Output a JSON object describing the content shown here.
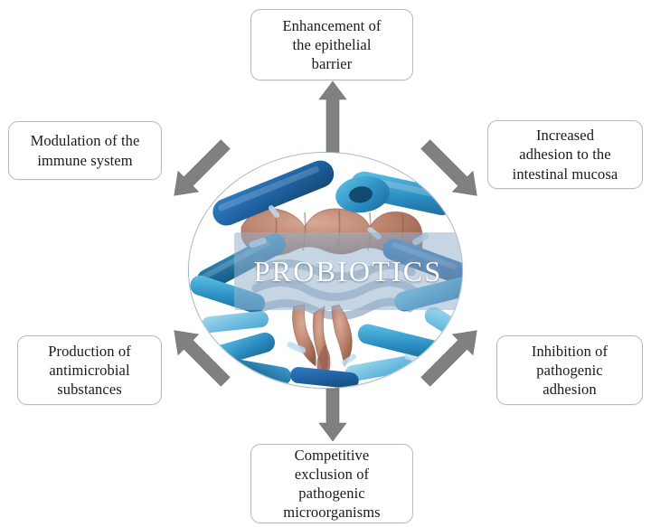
{
  "figure": {
    "type": "radial-concept-diagram",
    "center": {
      "label": "PROBIOTICS",
      "image_description": "illustration of human intestines surrounded by blue rod-shaped bacteria inside a white ellipse",
      "label_color": "#ffffff",
      "band_color": "#96b2ce"
    },
    "arrow_color": "#808080",
    "box_border_color": "#b9b9b9",
    "ellipse_border_color": "#9fb9c6",
    "nodes": [
      {
        "id": "enhancement-epithelial-barrier",
        "position": "top",
        "lines": [
          "Enhancement of",
          "the epithelial",
          "barrier"
        ]
      },
      {
        "id": "increased-adhesion-intestinal-mucosa",
        "position": "top-right",
        "lines": [
          "Increased",
          "adhesion to the",
          "intestinal mucosa"
        ]
      },
      {
        "id": "inhibition-pathogenic-adhesion",
        "position": "bottom-right",
        "lines": [
          "Inhibition of",
          "pathogenic",
          "adhesion"
        ]
      },
      {
        "id": "competitive-exclusion-pathogenic-microorganisms",
        "position": "bottom",
        "lines": [
          "Competitive",
          "exclusion of",
          "pathogenic",
          "microorganisms"
        ]
      },
      {
        "id": "production-antimicrobial-substances",
        "position": "bottom-left",
        "lines": [
          "Production of",
          "antimicrobial",
          "substances"
        ]
      },
      {
        "id": "modulation-immune-system",
        "position": "top-left",
        "lines": [
          "Modulation of the",
          "immune system"
        ]
      }
    ]
  }
}
